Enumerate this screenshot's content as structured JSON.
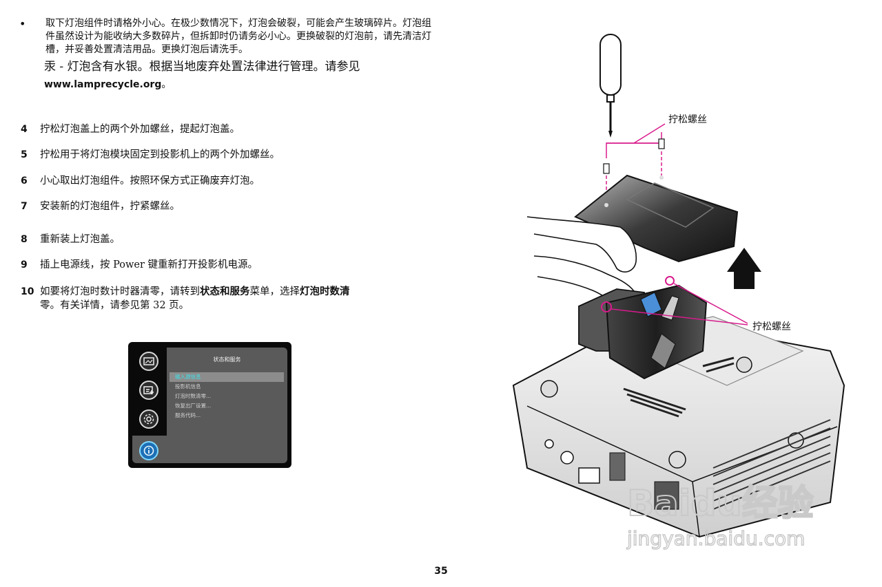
{
  "bullet": {
    "mark": "•",
    "text": "取下灯泡组件时请格外小心。在极少数情况下，灯泡会破裂，可能会产生玻璃碎片。灯泡组件虽然设计为能收纳大多数碎片，但拆卸时仍请务必小心。更换破裂的灯泡前，请先清洁灯槽，并妥善处置清洁用品。更换灯泡后请洗手。",
    "mercury": "汞 - 灯泡含有水银。根据当地废弃处置法律进行管理。请参见",
    "url": "www.lamprecycle.org",
    "url_suffix": "。"
  },
  "steps": [
    {
      "num": "4",
      "text": "拧松灯泡盖上的两个外加螺丝，提起灯泡盖。"
    },
    {
      "num": "5",
      "text": "拧松用于将灯泡模块固定到投影机上的两个外加螺丝。"
    },
    {
      "num": "6",
      "text": "小心取出灯泡组件。按照环保方式正确废弃灯泡。"
    },
    {
      "num": "7",
      "text": "安装新的灯泡组件，拧紧螺丝。"
    },
    {
      "num": "8",
      "text": "重新装上灯泡盖。"
    },
    {
      "num": "9",
      "text": "插上电源线，按 Power 键重新打开投影机电源。"
    },
    {
      "num": "10",
      "text_a": "如要将灯泡时数计时器清零，请转到",
      "bold_a": "状态和服务",
      "text_b": "菜单，选择",
      "bold_b": "灯泡时数清",
      "text_c": "零。有关详情，请参见第 32 页。"
    }
  ],
  "osd": {
    "title": "状态和服务",
    "items": [
      "输入源信息",
      "投影机信息",
      "灯泡时数清零...",
      "恢复出厂设置...",
      "服务代码..."
    ],
    "selected_index": 0,
    "icons": [
      "picture-icon",
      "settings-plus-icon",
      "gear-icon",
      "info-icon"
    ]
  },
  "figure": {
    "label_top": "拧松螺丝",
    "label_bottom": "拧松螺丝"
  },
  "watermark": {
    "brand": "Baidu经验",
    "url": "jingyan.baidu.com"
  },
  "page_number": "35",
  "colors": {
    "callout": "#d81b8c",
    "osd_highlight": "#3ee0e8",
    "osd_active_icon": "#1d6fb5"
  }
}
